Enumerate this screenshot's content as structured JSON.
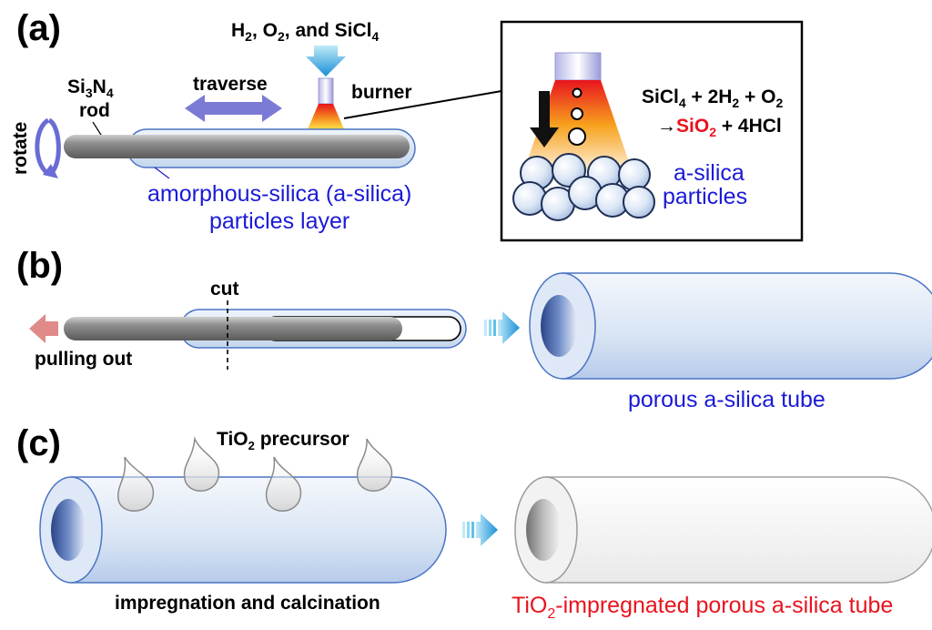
{
  "panels": {
    "a": "(a)",
    "b": "(b)",
    "c": "(c)"
  },
  "panel_a": {
    "gases": {
      "h": "H",
      "h_sub": "2",
      "sep1": ", O",
      "o_sub": "2",
      "sep2": ", and SiCl",
      "cl_sub": "4"
    },
    "burner": "burner",
    "traverse": "traverse",
    "rod": {
      "si": "Si",
      "si_sub": "3",
      "n": "N",
      "n_sub": "4",
      "rod": "rod"
    },
    "rotate": "rotate",
    "layer_line1": "amorphous-silica (a-silica)",
    "layer_line2": "particles layer",
    "inset": {
      "eq1": {
        "a": "SiCl",
        "a_sub": "4",
        "b": " + 2H",
        "b_sub": "2",
        "c": " + O",
        "c_sub": "2"
      },
      "eq2": {
        "arrow": "→",
        "sio": "SiO",
        "sio_sub": "2",
        "rest": " + 4HCl"
      },
      "particles_line1": "a-silica",
      "particles_line2": "particles"
    }
  },
  "panel_b": {
    "cut": "cut",
    "pulling_out": "pulling out",
    "tube_label": "porous a-silica tube"
  },
  "panel_c": {
    "precursor": {
      "ti": "TiO",
      "sub": "2",
      "rest": " precursor"
    },
    "process": "impregnation and calcination",
    "result": {
      "ti": "TiO",
      "sub": "2",
      "rest": "-impregnated porous a-silica tube"
    }
  },
  "colors": {
    "text_blue": "#1a1ad6",
    "text_red": "#e8141e",
    "arrow_purple": "#7b7bd6",
    "arrow_pink": "#e08a8a",
    "arrow_cyan": "#1aa8e0"
  }
}
